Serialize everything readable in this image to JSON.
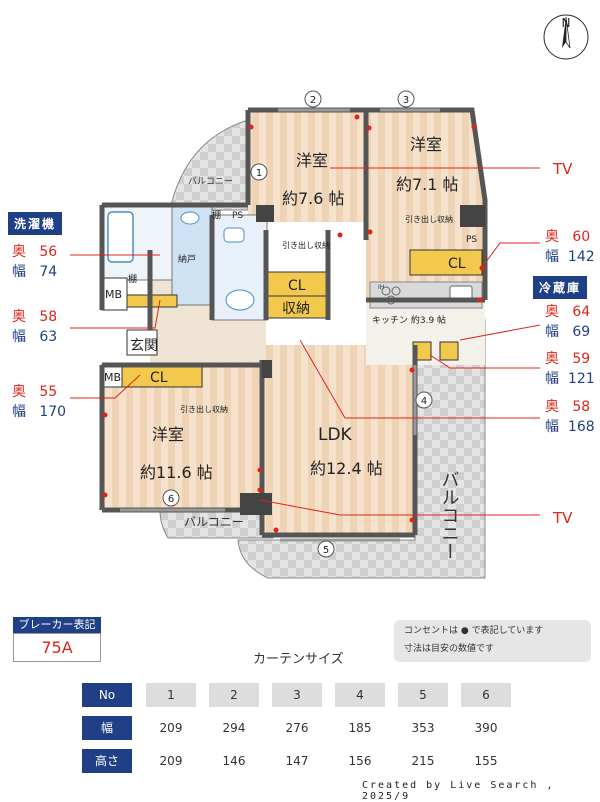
{
  "compass": {
    "label": "N"
  },
  "window_numbers": [
    "1",
    "2",
    "3",
    "4",
    "5",
    "6"
  ],
  "rooms": {
    "western_1": {
      "name": "洋室",
      "size": "約7.6 帖"
    },
    "western_2": {
      "name": "洋室",
      "size": "約7.1 帖"
    },
    "western_3": {
      "name": "洋室",
      "size": "約11.6 帖"
    },
    "ldk": {
      "name": "LDK",
      "size": "約12.4 帖"
    },
    "kitchen": "キッチン 約3.9 帖",
    "entrance": "玄関",
    "storage": "収納",
    "nando": "納戸",
    "balcony_top": "バルコニー",
    "balcony_bottom": "バルコニー",
    "balcony_right": "バルコニー",
    "cl": "CL",
    "mb": "MB",
    "ps": "PS",
    "shelf": "棚",
    "drawer_storage": "引き出し収納",
    "ih": "IH"
  },
  "tv_labels": [
    "TV",
    "TV"
  ],
  "callouts": {
    "washing_machine": {
      "title": "洗濯機",
      "depth": "56",
      "width": "74"
    },
    "refrigerator": {
      "title": "冷蔵庫",
      "depth": "64",
      "width": "69"
    },
    "dims": [
      {
        "depth": "58",
        "width": "63"
      },
      {
        "depth": "55",
        "width": "170"
      },
      {
        "depth": "60",
        "width": "142"
      },
      {
        "depth": "59",
        "width": "121"
      },
      {
        "depth": "58",
        "width": "168"
      }
    ],
    "depth_label": "奥",
    "width_label": "幅"
  },
  "breaker": {
    "label": "ブレーカー表記",
    "value": "75A"
  },
  "note": {
    "line1": "コンセントは ● で表記しています",
    "line2": "寸法は目安の数値です"
  },
  "curtain": {
    "title": "カーテンサイズ",
    "row_labels": [
      "No",
      "幅",
      "高さ"
    ],
    "numbers": [
      "1",
      "2",
      "3",
      "4",
      "5",
      "6"
    ],
    "widths": [
      "209",
      "294",
      "276",
      "185",
      "353",
      "390"
    ],
    "heights": [
      "209",
      "146",
      "147",
      "156",
      "215",
      "155"
    ]
  },
  "credit": "Created by Live Search , 2025/9",
  "colors": {
    "accent_blue": "#1f3f86",
    "accent_red": "#e0241b",
    "wood": "#f3dcc3",
    "wall": "#555555"
  }
}
